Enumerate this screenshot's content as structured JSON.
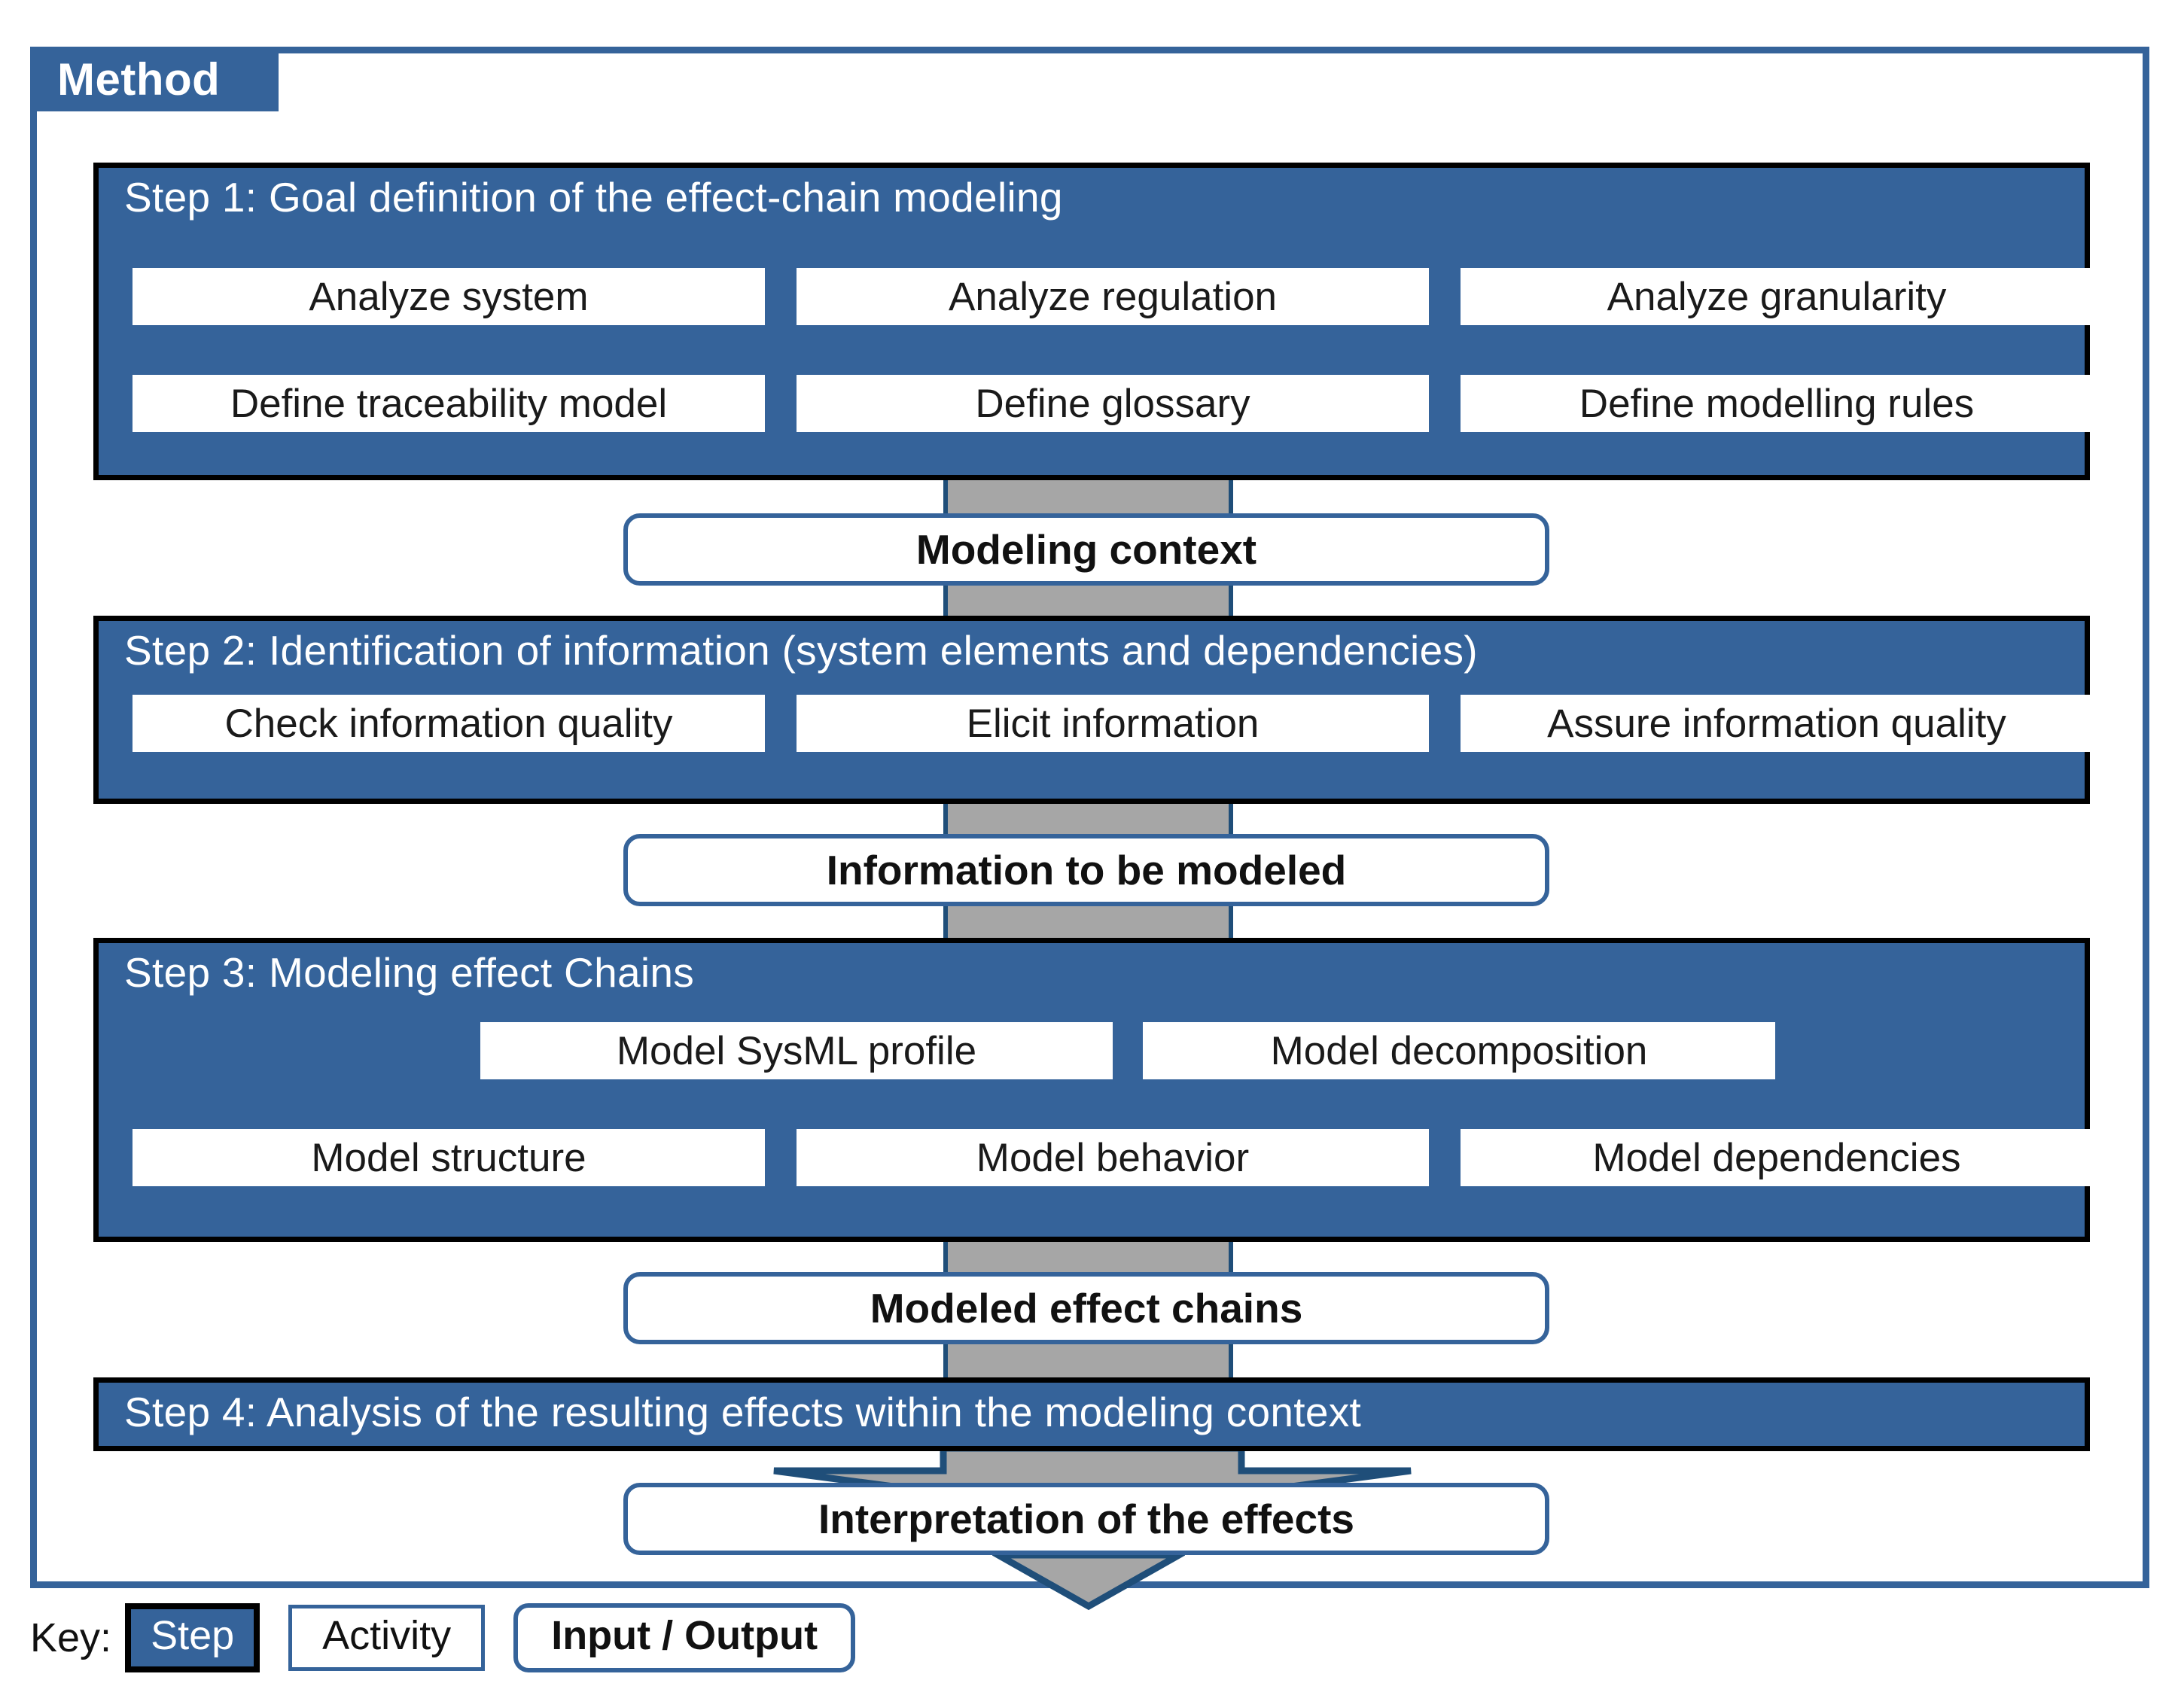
{
  "frame": {
    "title": "Method"
  },
  "colors": {
    "accent_blue": "#35639A",
    "arrow_gray": "#A6A6A6",
    "arrow_edge": "#1F4E79",
    "step_border": "#000000",
    "white": "#FFFFFF"
  },
  "steps": [
    {
      "id": "step-1",
      "title": "Step 1: Goal definition of the effect-chain modeling",
      "activity_rows": [
        [
          "Analyze  system",
          "Analyze  regulation",
          "Analyze  granularity"
        ],
        [
          "Define traceability model",
          "Define glossary",
          "Define modelling  rules"
        ]
      ]
    },
    {
      "id": "step-2",
      "title": "Step 2: Identification of information (system elements and dependencies)",
      "activity_rows": [
        [
          "Check information quality",
          "Elicit information",
          "Assure information quality"
        ]
      ]
    },
    {
      "id": "step-3",
      "title": "Step 3: Modeling effect Chains",
      "activity_rows": [
        [
          "Model SysML profile",
          "Model decomposition"
        ],
        [
          "Model structure",
          "Model behavior",
          "Model dependencies"
        ]
      ]
    },
    {
      "id": "step-4",
      "title": "Step 4: Analysis of the resulting effects within the modeling context",
      "activity_rows": []
    }
  ],
  "io_boxes": [
    {
      "id": "io-modeling-context",
      "label": "Modeling context"
    },
    {
      "id": "io-information-to-be-modeled",
      "label": "Information to be modeled"
    },
    {
      "id": "io-modeled-effect-chains",
      "label": "Modeled effect chains"
    },
    {
      "id": "io-interpretation-of-the-effects",
      "label": "Interpretation of the effects"
    }
  ],
  "legend": {
    "label": "Key:",
    "step": "Step",
    "activity": "Activity",
    "io": "Input / Output"
  }
}
